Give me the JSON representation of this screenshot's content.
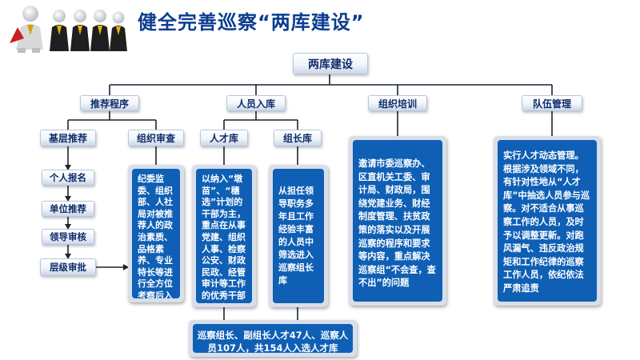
{
  "header": {
    "title": "健全完善巡察“两库建设”"
  },
  "root": {
    "label": "两库建设"
  },
  "branches": {
    "recommend": {
      "label": "推荐程序"
    },
    "entry": {
      "label": "人员入库"
    },
    "training": {
      "label": "组织培训"
    },
    "management": {
      "label": "队伍管理"
    }
  },
  "sub": {
    "grassroots": {
      "label": "基层推荐"
    },
    "org_review": {
      "label": "组织审查"
    },
    "talent_pool": {
      "label": "人才库"
    },
    "leader_pool": {
      "label": "组长库"
    }
  },
  "steps": [
    "个人报名",
    "单位推荐",
    "领导审核",
    "层级审批"
  ],
  "texts": {
    "org_review": "纪委监委、组织部、人社局对被推荐人的政治素质、品格素养、专业特长等进行全方位考察后入库备用",
    "talent_pool": "以纳入“墩苗”、“穗选”计划的干部为主，重点在从事党建、组织人事、检察公安、财政民政、经管审计等工作的优秀干部中考察",
    "leader_pool": "从担任领导职务多年且工作经验丰富的人员中筛选进入巡察组长库",
    "training": "邀请市委巡察办、区直机关工委、审计局、财政局，围绕党建业务、财经制度管理、扶贫政策的落实以及开展巡察的程序和要求等内容，重点解决巡察组“不会查，查不出”的问题",
    "management": "实行人才动态管理。根据涉及领域不同，有针对性地从“人才库”中抽选人员参与巡察。对不适合从事巡察工作的人员，及时予以调整更新。对跑风漏气、违反政治规矩和工作纪律的巡察工作人员，依纪依法严肃追责",
    "summary": "巡察组长、副组长人才47人、巡察人员107人，共154人入选人才库"
  },
  "colors": {
    "title": "#0b3d91",
    "panel": "#0f5fb5",
    "line": "#1c2431",
    "node_text": "#0d2c6a"
  }
}
